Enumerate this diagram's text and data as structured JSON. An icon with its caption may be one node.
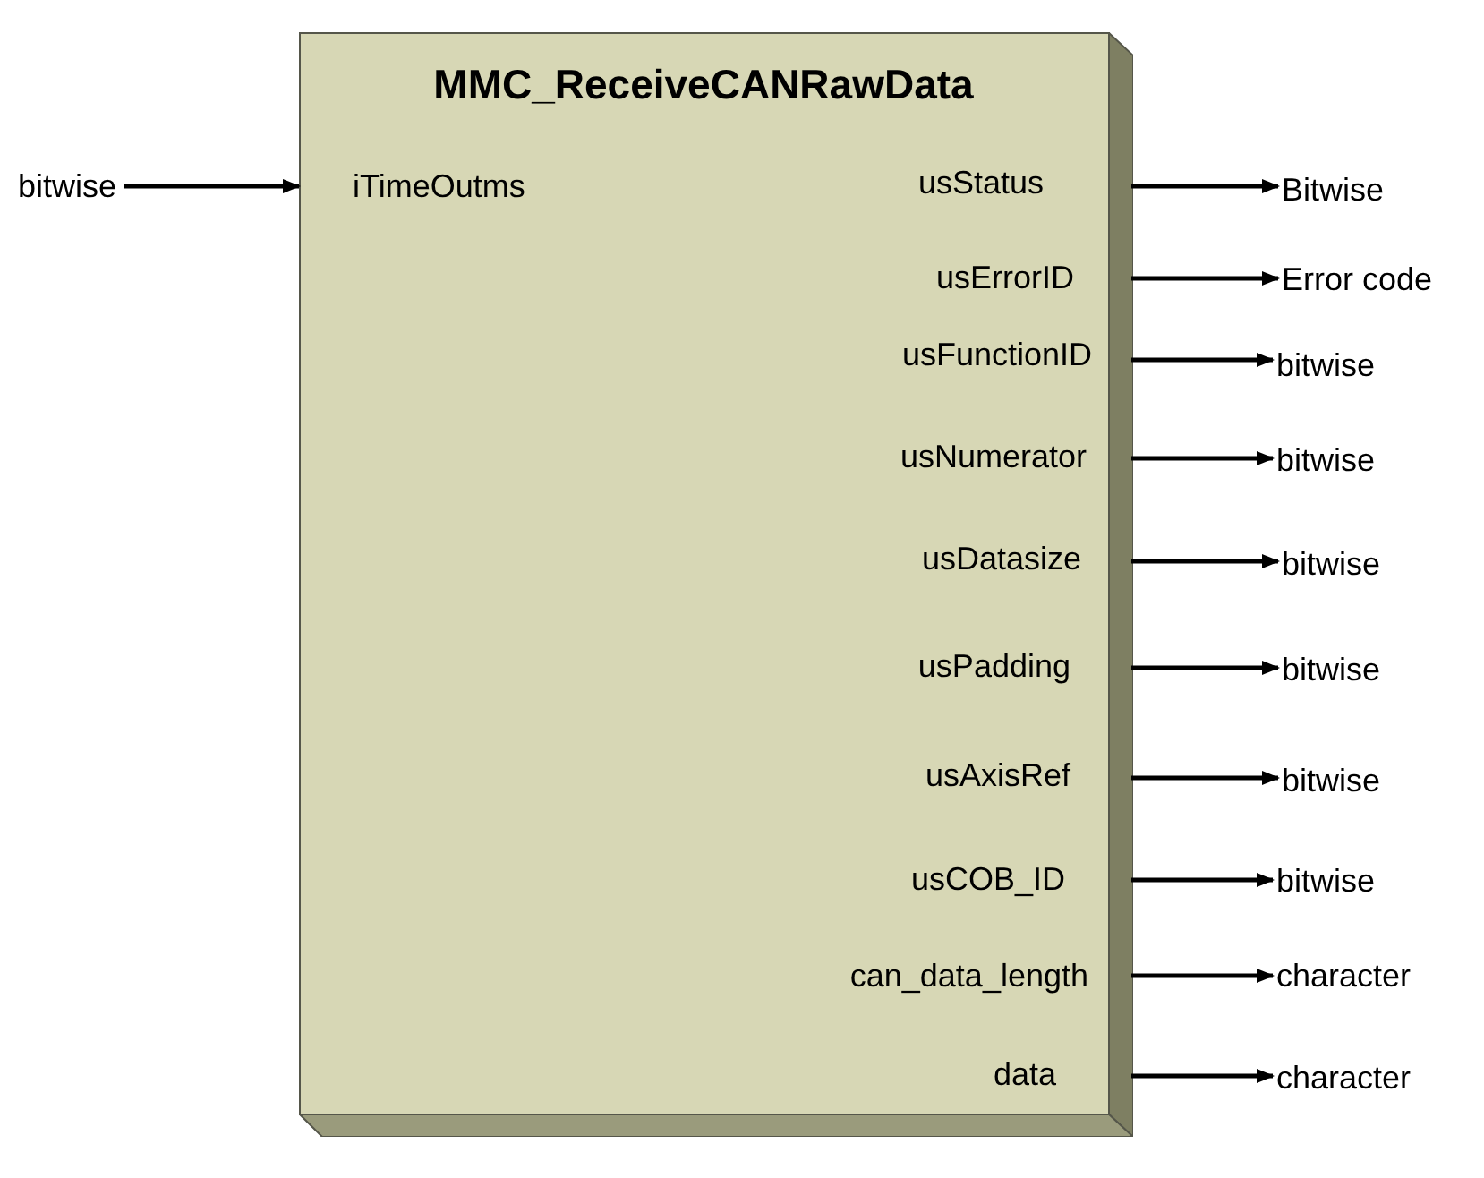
{
  "diagram": {
    "nodes": [
      {
        "text": [
          "MMC_ReceiveCANRawData"
        ]
      },
      {
        "text": [
          "bitwise"
        ]
      },
      {
        "text": [
          "iTimeOutms"
        ],
        "in": 0
      },
      {
        "text": [
          "usStatus"
        ],
        "in": 0
      },
      {
        "text": [
          "usErrorID"
        ],
        "in": 0
      },
      {
        "text": [
          "usFunctionID"
        ],
        "in": 0
      },
      {
        "text": [
          "usNumerator"
        ],
        "in": 0
      },
      {
        "text": [
          "usDatasize"
        ],
        "in": 0
      },
      {
        "text": [
          "usPadding"
        ],
        "in": 0
      },
      {
        "text": [
          "usAxisRef"
        ],
        "in": 0
      },
      {
        "text": [
          "usCOB_ID"
        ],
        "in": 0
      },
      {
        "text": [
          "can_data_length"
        ],
        "in": 0
      },
      {
        "text": [
          "data"
        ],
        "in": 0
      },
      {
        "text": [
          "Bitwise"
        ]
      },
      {
        "text": [
          "Error code"
        ]
      },
      {
        "text": [
          "bitwise"
        ]
      },
      {
        "text": [
          "bitwise"
        ]
      },
      {
        "text": [
          "bitwise"
        ]
      },
      {
        "text": [
          "bitwise"
        ]
      },
      {
        "text": [
          "bitwise"
        ]
      },
      {
        "text": [
          "bitwise"
        ]
      },
      {
        "text": [
          "character"
        ]
      },
      {
        "text": [
          "character"
        ]
      }
    ],
    "edges": [
      {
        "from": 1,
        "to": 2,
        "arrow": "to"
      },
      {
        "from": 3,
        "to": 13,
        "arrow": "to"
      },
      {
        "from": 4,
        "to": 14,
        "arrow": "to"
      },
      {
        "from": 5,
        "to": 15,
        "arrow": "to"
      },
      {
        "from": 6,
        "to": 16,
        "arrow": "to"
      },
      {
        "from": 7,
        "to": 17,
        "arrow": "to"
      },
      {
        "from": 8,
        "to": 18,
        "arrow": "to"
      },
      {
        "from": 9,
        "to": 19,
        "arrow": "to"
      },
      {
        "from": 10,
        "to": 20,
        "arrow": "to"
      },
      {
        "from": 11,
        "to": 21,
        "arrow": "to"
      },
      {
        "from": 12,
        "to": 22,
        "arrow": "to"
      }
    ]
  }
}
